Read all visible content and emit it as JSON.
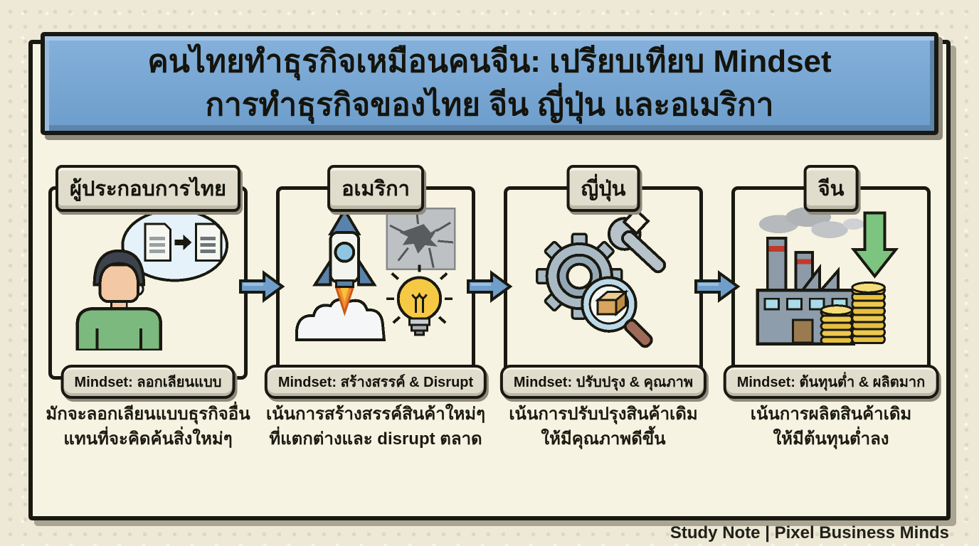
{
  "title": {
    "line1": "คนไทยทำธุรกิจเหมือนคนจีน: เปรียบเทียบ Mindset",
    "line2": "การทำธุรกิจของไทย จีน ญี่ปุ่น และอเมริกา"
  },
  "columns": [
    {
      "header": "ผู้ประกอบการไทย",
      "icon": "copy-documents-thought-icon",
      "mindset": "Mindset: ลอกเลียนแบบ",
      "desc1": "มักจะลอกเลียนแบบธุรกิจอื่น",
      "desc2": "แทนที่จะคิดค้นสิ่งใหม่ๆ"
    },
    {
      "header": "อเมริกา",
      "icon": "rocket-disrupt-lightbulb-icon",
      "mindset": "Mindset: สร้างสรรค์ & Disrupt",
      "desc1": "เน้นการสร้างสรรค์สินค้าใหม่ๆ",
      "desc2": "ที่แตกต่างและ disrupt ตลาด"
    },
    {
      "header": "ญี่ปุ่น",
      "icon": "gear-wrench-magnifier-icon",
      "mindset": "Mindset: ปรับปรุง & คุณภาพ",
      "desc1": "เน้นการปรับปรุงสินค้าเดิม",
      "desc2": "ให้มีคุณภาพดีขึ้น"
    },
    {
      "header": "จีน",
      "icon": "factory-cost-down-coins-icon",
      "mindset": "Mindset: ต้นทุนต่ำ & ผลิตมาก",
      "desc1": "เน้นการผลิตสินค้าเดิม",
      "desc2": "ให้มีต้นทุนต่ำลง"
    }
  ],
  "footer": {
    "credit": "Study Note | Pixel Business Minds"
  },
  "colors": {
    "banner_blue": "#74a4d2",
    "arrow_blue": "#6f9ecb",
    "background": "#ede9d6",
    "panel": "#f7f3e2",
    "badge_bg": "#e1ddcd",
    "outline": "#191911"
  }
}
